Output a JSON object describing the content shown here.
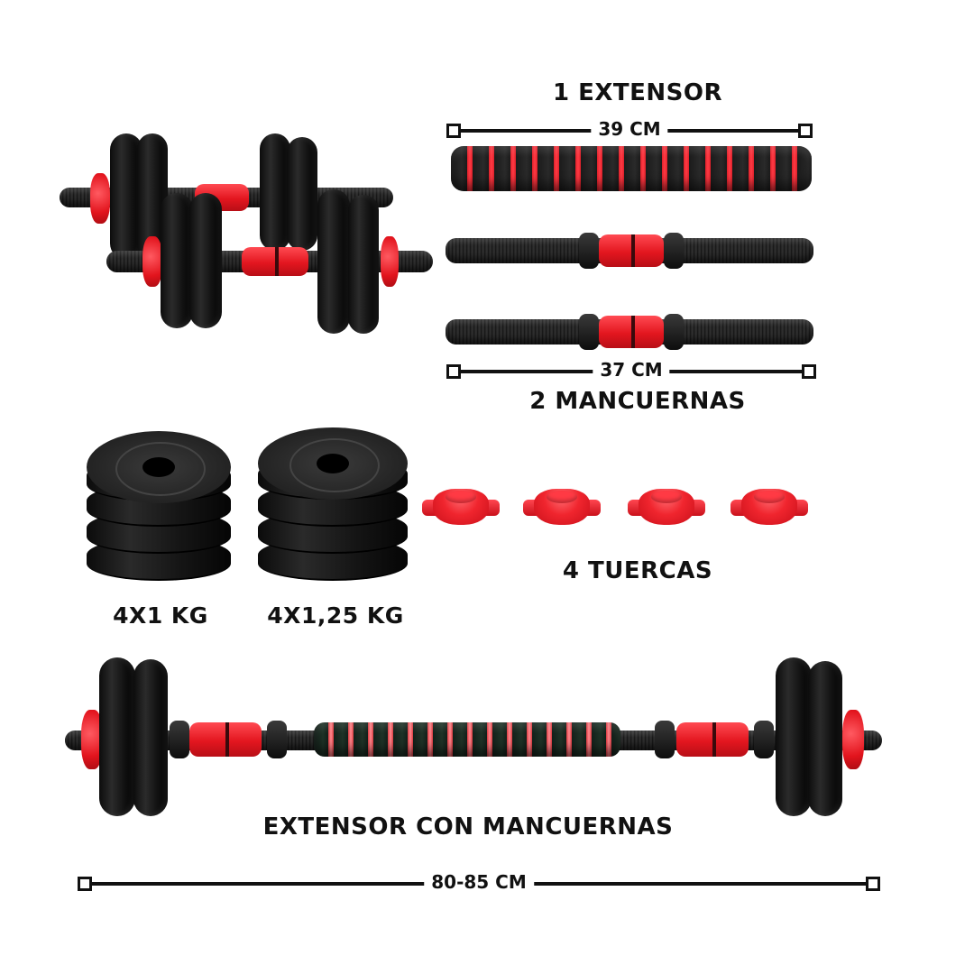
{
  "extensor": {
    "title": "1 EXTENSOR",
    "length": "39 CM"
  },
  "mancuernas": {
    "title": "2 MANCUERNAS",
    "length": "37 CM"
  },
  "discos": [
    {
      "label": "4X1 KG"
    },
    {
      "label": "4X1,25 KG"
    }
  ],
  "tuercas": {
    "title": "4 TUERCAS",
    "count": 4
  },
  "conjunto": {
    "title": "EXTENSOR CON MANCUERNAS",
    "length": "80-85 CM"
  },
  "colors": {
    "accent_red": "#e3161f",
    "plate_black": "#111111",
    "text": "#111111",
    "background": "#ffffff"
  }
}
